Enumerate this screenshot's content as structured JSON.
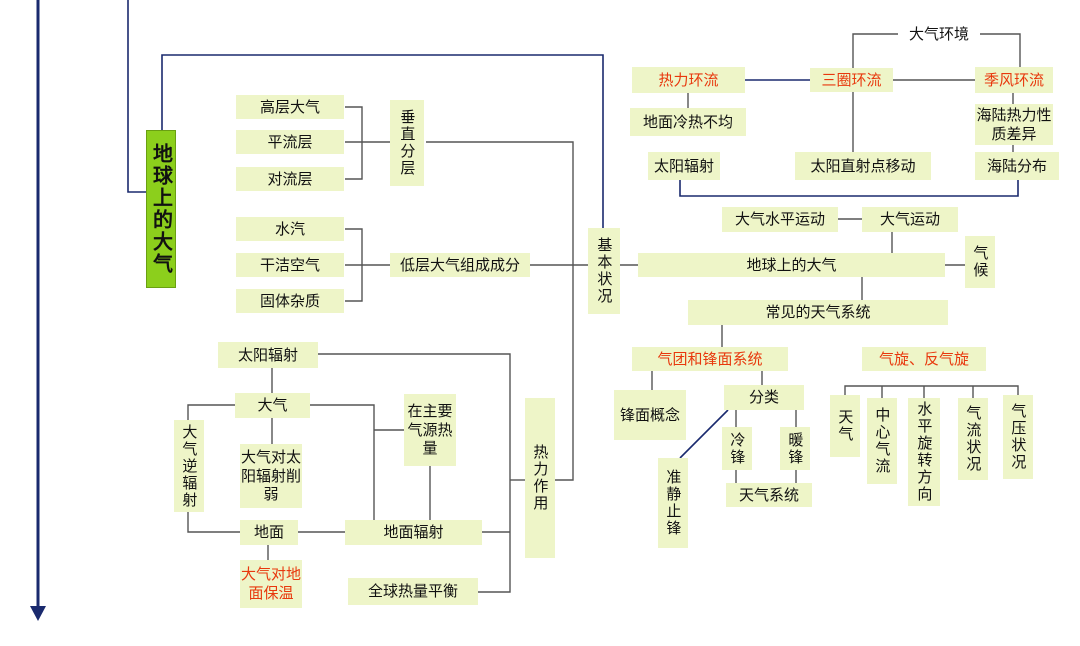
{
  "diagram": {
    "main_title": "地球上的大气",
    "vertical": {
      "label": "垂直分层",
      "items": [
        "高层大气",
        "平流层",
        "对流层"
      ]
    },
    "composition": {
      "label": "低层大气组成成分",
      "items": [
        "水汽",
        "干洁空气",
        "固体杂质"
      ]
    },
    "basic": "基本状况",
    "thermal": {
      "label": "热力作用",
      "solar": "太阳辐射",
      "atmosphere": "大气",
      "counter": "大气逆辐射",
      "weaken": "大气对太阳辐射削弱",
      "source": "在主要气源热量",
      "ground": "地面",
      "ground_rad": "地面辐射",
      "keep_warm": "大气对地面保温",
      "balance": "全球热量平衡"
    },
    "circulation": {
      "env": "大气环境",
      "thermal_circ": "热力环流",
      "three_cell": "三圈环流",
      "monsoon": "季风环流",
      "uneven": "地面冷热不均",
      "land_sea": "海陆热力性质差异",
      "solar": "太阳辐射",
      "direct_point": "太阳直射点移动",
      "distribution": "海陆分布",
      "horizontal": "大气水平运动",
      "motion": "大气运动",
      "center": "地球上的大气",
      "climate": "气候"
    },
    "weather": {
      "common": "常见的天气系统",
      "fronts": "气团和锋面系统",
      "front_concept": "锋面概念",
      "classify": "分类",
      "cold": "冷锋",
      "warm": "暖锋",
      "stationary": "准静止锋",
      "weather_sys": "天气系统",
      "cyclone": "气旋、反气旋",
      "c_items": [
        "天气",
        "中心气流",
        "水平旋转方向",
        "气流状况",
        "气压状况"
      ]
    }
  }
}
